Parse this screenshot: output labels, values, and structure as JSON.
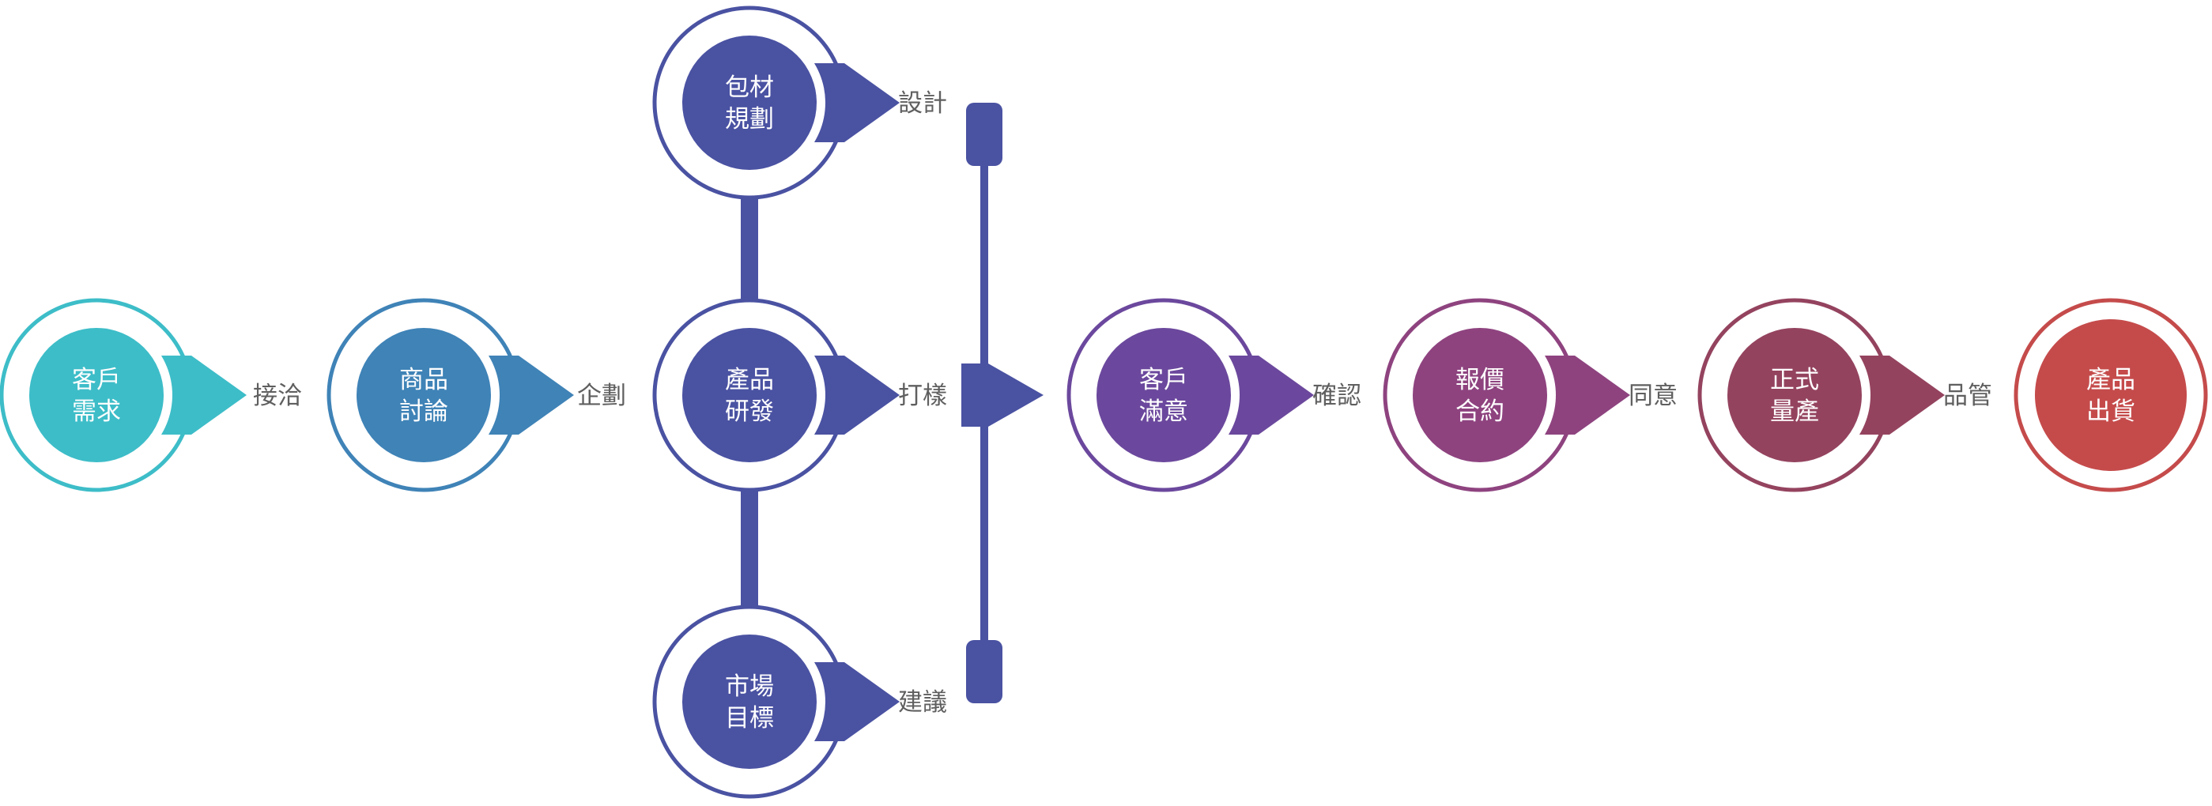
{
  "flow": {
    "nodes": [
      {
        "id": "n1",
        "line1": "客戶",
        "line2": "需求",
        "color": "#3dbdc8"
      },
      {
        "id": "n2",
        "line1": "商品",
        "line2": "討論",
        "color": "#3f83b7"
      },
      {
        "id": "n3",
        "line1": "產品",
        "line2": "研發",
        "color": "#4a52a2"
      },
      {
        "id": "n4",
        "line1": "客戶",
        "line2": "滿意",
        "color": "#6b489d"
      },
      {
        "id": "n5",
        "line1": "報價",
        "line2": "合約",
        "color": "#8e437f"
      },
      {
        "id": "n6",
        "line1": "正式",
        "line2": "量產",
        "color": "#94435f"
      },
      {
        "id": "n7",
        "line1": "產品",
        "line2": "出貨",
        "color": "#c54b4b"
      }
    ],
    "branch_nodes": [
      {
        "id": "b1",
        "line1": "包材",
        "line2": "規劃",
        "color": "#4a52a2"
      },
      {
        "id": "b2",
        "line1": "市場",
        "line2": "目標",
        "color": "#4a52a2"
      }
    ],
    "edge_labels": [
      "接洽",
      "企劃",
      "打樣",
      "確認",
      "同意",
      "品管"
    ],
    "branch_labels": [
      "設計",
      "建議"
    ]
  }
}
